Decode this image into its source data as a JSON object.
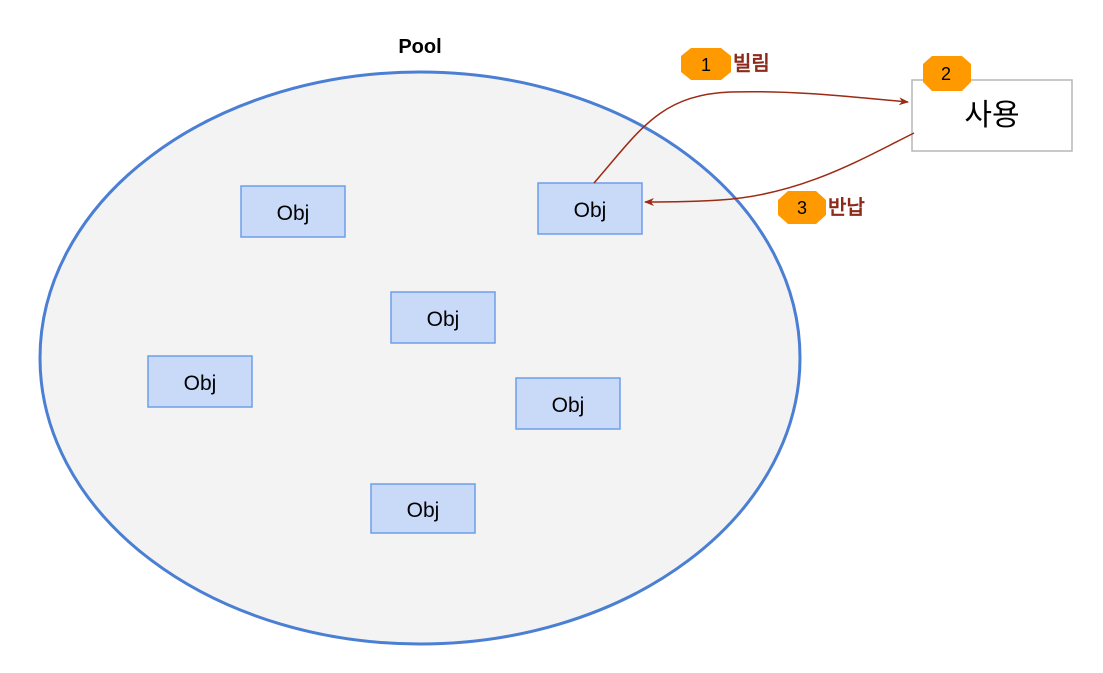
{
  "diagram": {
    "pool": {
      "title": "Pool"
    },
    "objects": [
      {
        "label": "Obj"
      },
      {
        "label": "Obj"
      },
      {
        "label": "Obj"
      },
      {
        "label": "Obj"
      },
      {
        "label": "Obj"
      },
      {
        "label": "Obj"
      }
    ],
    "user_box": {
      "label": "사용",
      "badge": "2"
    },
    "steps": [
      {
        "badge": "1",
        "label": "빌림"
      },
      {
        "badge": "3",
        "label": "반납"
      }
    ],
    "colors": {
      "pool_fill": "#f3f3f3",
      "pool_stroke": "#4a7fd4",
      "obj_fill": "#c9daf8",
      "obj_stroke": "#6d9eeb",
      "badge_fill": "#ff9900",
      "arrow": "#9c2a14",
      "label_text": "#8b2a1a"
    }
  }
}
